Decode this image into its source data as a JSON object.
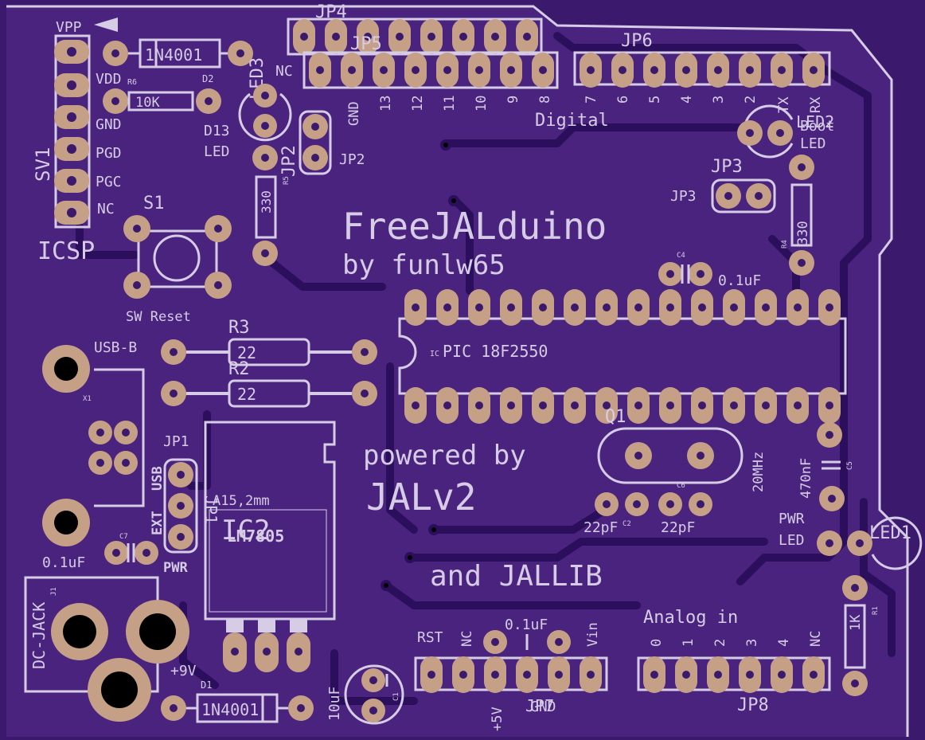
{
  "board": {
    "title": "FreeJALduino",
    "subtitle": "by funlw65",
    "powered_by": "powered by",
    "jalv2": "JALv2",
    "and_jallib": "and JALLIB",
    "digital": "Digital",
    "analog_in": "Analog in",
    "colors": {
      "board": "#4a237f",
      "silk": "#d6cce6",
      "pad": "#c5a087"
    }
  },
  "icsp": {
    "ref": "SV1",
    "title": "ICSP",
    "pins": [
      "VPP",
      "VDD",
      "GND",
      "PGD",
      "PGC",
      "NC"
    ]
  },
  "diode_top": {
    "ref": "D2",
    "value": "1N4001"
  },
  "diode_bottom": {
    "ref": "D1",
    "value": "1N4001"
  },
  "r6": {
    "ref": "R6",
    "value": "10K"
  },
  "led3": {
    "ref": "LED3",
    "label1": "D13",
    "label2": "LED"
  },
  "nc_top": "NC",
  "jp2": {
    "ref": "JP2",
    "side_label": "JP2"
  },
  "r5": {
    "ref": "R5",
    "value": "330"
  },
  "switch": {
    "ref": "S1",
    "label": "SW Reset"
  },
  "jp4": {
    "ref": "JP4"
  },
  "jp5": {
    "ref": "JP5",
    "labels": [
      "GND",
      "13",
      "12",
      "11",
      "10",
      "9",
      "8"
    ]
  },
  "jp6": {
    "ref": "JP6",
    "labels": [
      "7",
      "6",
      "5",
      "4",
      "3",
      "2",
      "TX",
      "RX"
    ]
  },
  "led2": {
    "ref": "LED2",
    "label1": "Boot",
    "label2": "LED"
  },
  "jp3": {
    "ref": "JP3",
    "side_label": "JP3"
  },
  "r4": {
    "ref": "R4",
    "value": "330"
  },
  "c4": {
    "ref": "C4",
    "value": "0.1uF"
  },
  "usb": {
    "label": "USB-B",
    "ref": "X1"
  },
  "r3": {
    "ref": "R3",
    "value": "22"
  },
  "r2": {
    "ref": "R2",
    "value": "22"
  },
  "ic": {
    "ref": "IC",
    "value": "PIC 18F2550"
  },
  "q1": {
    "ref": "Q1",
    "value": "20MHz"
  },
  "c2": {
    "ref": "C2",
    "value": "22pF"
  },
  "c6": {
    "ref": "C6",
    "value": "22pF"
  },
  "c5": {
    "ref": "C5",
    "value": "470nF"
  },
  "jp1": {
    "ref": "JP1",
    "label_ext": "EXT",
    "label_usb": "USB",
    "label_pwr": "PWR"
  },
  "ic2": {
    "ref": "IC2",
    "value": "LM7805",
    "heatsink": "A15,2mm"
  },
  "c7": {
    "ref": "C7",
    "value": "0.1uF"
  },
  "dc_jack": {
    "ref": "J1",
    "label": "DC-JACK",
    "voltage": "+9V"
  },
  "c1": {
    "ref": "C1",
    "value": "10uF"
  },
  "c3": {
    "value": "0.1uF"
  },
  "jp7": {
    "ref": "JP7",
    "top_labels": [
      "RST",
      "NC",
      "",
      "",
      "",
      "Vin"
    ],
    "bottom_labels": [
      "+5V",
      "GND"
    ]
  },
  "jp8": {
    "ref": "JP8",
    "labels": [
      "0",
      "1",
      "2",
      "3",
      "4",
      "NC"
    ]
  },
  "led1": {
    "ref": "LED1",
    "label1": "PWR",
    "label2": "LED"
  },
  "r1": {
    "ref": "R1",
    "value": "1K"
  }
}
